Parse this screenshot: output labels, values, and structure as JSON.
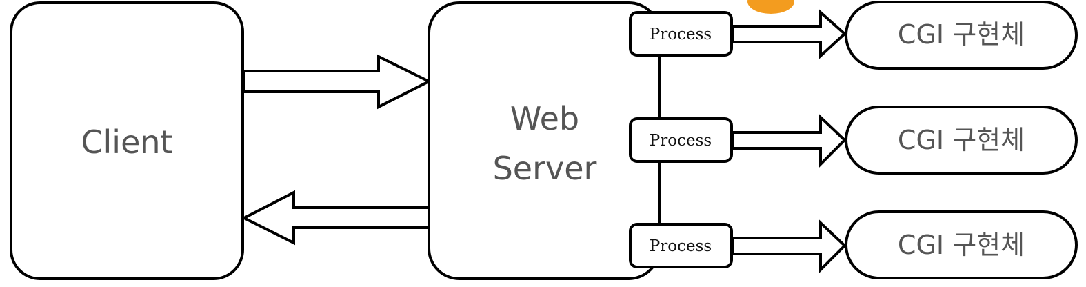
{
  "client": {
    "label": "Client"
  },
  "web_server": {
    "line1": "Web",
    "line2": "Server"
  },
  "processes": [
    {
      "label": "Process"
    },
    {
      "label": "Process"
    },
    {
      "label": "Process"
    }
  ],
  "cgi_impls": [
    {
      "label": "CGI 구현체"
    },
    {
      "label": "CGI 구현체"
    },
    {
      "label": "CGI 구현체"
    }
  ],
  "colors": {
    "stroke": "#000000",
    "text": "#555555",
    "accent_blob": "#f39c1f"
  }
}
